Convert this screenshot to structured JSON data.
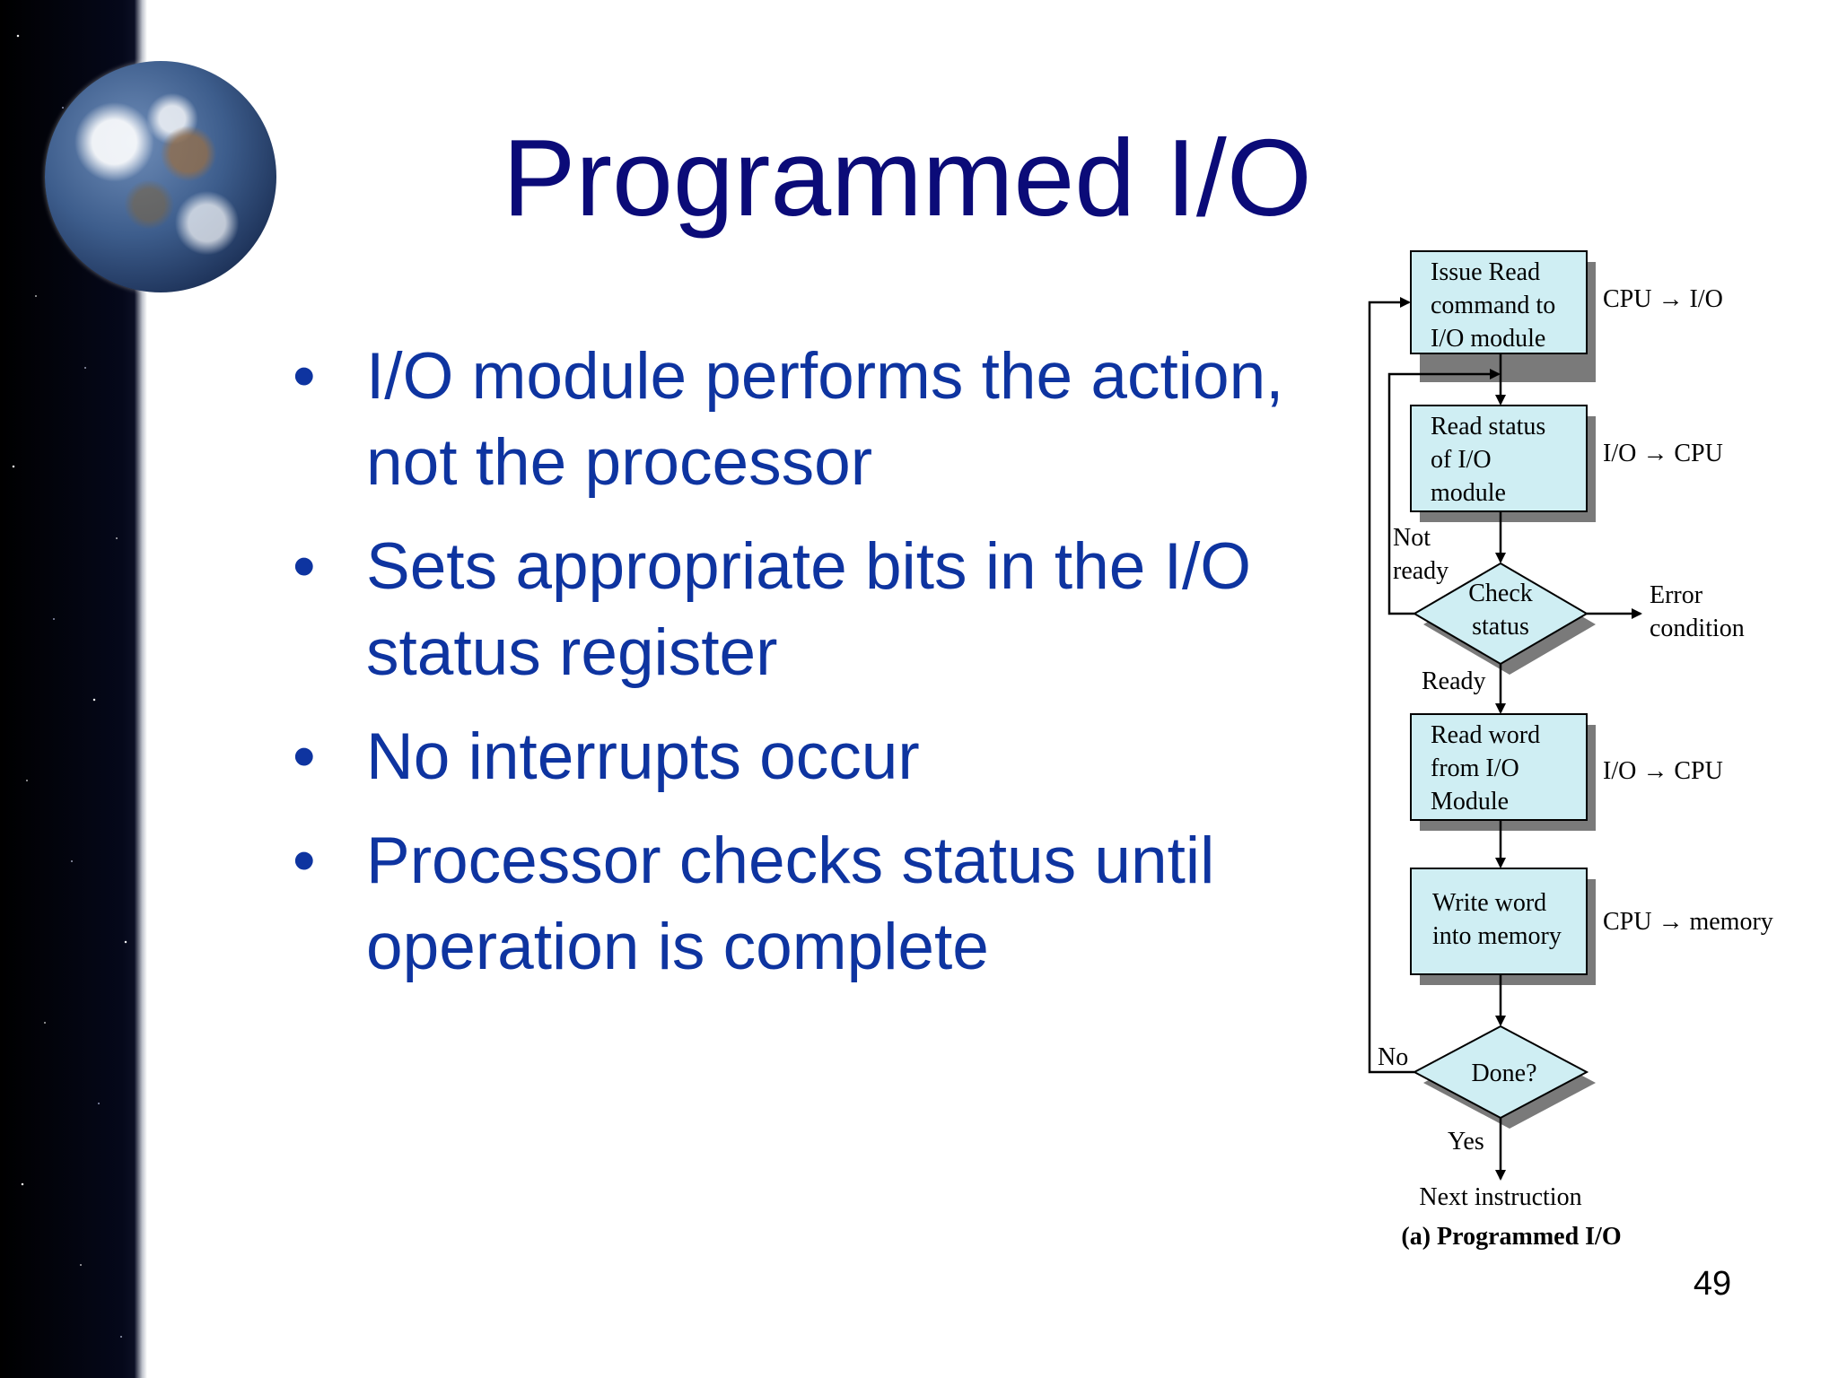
{
  "slide": {
    "title": "Programmed I/O",
    "bullets": [
      "I/O module performs the action, not the processor",
      "Sets appropriate bits in the I/O status register",
      "No interrupts occur",
      "Processor checks status until operation is complete"
    ],
    "bullet_glyph": "•",
    "page_number": "49"
  },
  "flowchart": {
    "box_fill": "#cfeef3",
    "steps": {
      "issue_read": [
        "Issue Read",
        "command to",
        "I/O module"
      ],
      "read_status": [
        "Read status",
        "of I/O",
        "module"
      ],
      "check_status": [
        "Check",
        "status"
      ],
      "read_word": [
        "Read word",
        "from I/O",
        "Module"
      ],
      "write_word": [
        "Write word",
        "into memory"
      ],
      "done": [
        "Done?"
      ]
    },
    "side_labels": {
      "issue_read": "CPU → I/O",
      "read_status": "I/O → CPU",
      "read_word": "I/O → CPU",
      "write_word": "CPU → memory",
      "error": [
        "Error",
        "condition"
      ]
    },
    "branch_labels": {
      "not_ready": [
        "Not",
        "ready"
      ],
      "ready": "Ready",
      "no": "No",
      "yes": "Yes"
    },
    "end_label": "Next instruction",
    "caption": "(a) Programmed I/O"
  }
}
